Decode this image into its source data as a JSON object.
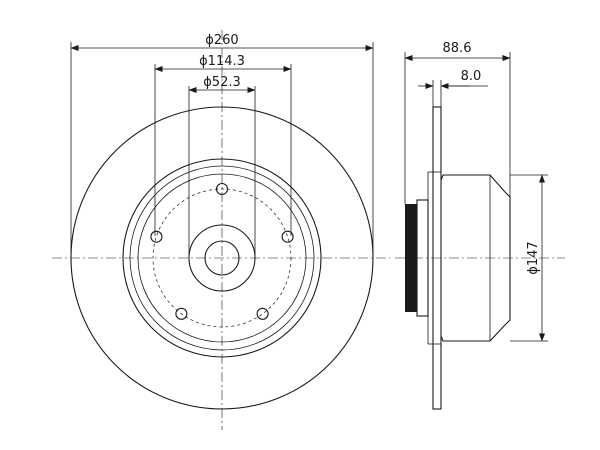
{
  "dimensions": {
    "outer_diameter": "ϕ260",
    "bolt_circle_diameter": "ϕ114.3",
    "center_bore_diameter": "ϕ52.3",
    "overall_height": "88.6",
    "disc_thickness": "8.0",
    "hub_diameter": "ϕ147"
  },
  "colors": {
    "line": "#1a1a1a",
    "background": "#ffffff"
  }
}
